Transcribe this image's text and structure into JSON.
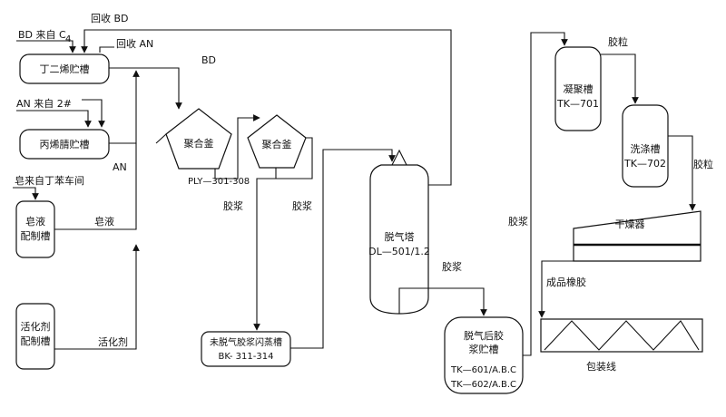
{
  "labels": {
    "bd_from": "BD 来自 C",
    "bd_from_sub": "4",
    "recycle_bd": "回收 BD",
    "recycle_an": "回收 AN",
    "bd": "BD",
    "an_from": "AN 来自 2#",
    "an": "AN",
    "soap_from": "皂来自丁苯车间",
    "soap_liquid": "皂液",
    "activator": "活化剂",
    "latex1": "胶浆",
    "latex2": "胶浆",
    "latex3": "胶浆",
    "latex4": "胶浆",
    "crumb1": "胶粒",
    "crumb2": "胶粒",
    "finished_rubber": "成品橡胶",
    "packaging_line": "包装线"
  },
  "equipment": {
    "butadiene_tank": "丁二烯贮槽",
    "acrylonitrile_tank": "丙烯腈贮槽",
    "soap_tank_line1": "皂液",
    "soap_tank_line2": "配制槽",
    "act_tank_line1": "活化剂",
    "act_tank_line2": "配制槽",
    "reactor1": "聚合釜",
    "reactor2": "聚合釜",
    "reactor_tag": "PLY—301-308",
    "flash_tank_line1": "未脱气胶浆闪蒸槽",
    "flash_tank_line2": "BK- 311-314",
    "stripper_line1": "脱气塔",
    "stripper_line2": "DL—501/1.2",
    "storage_line1": "脱气后胶",
    "storage_line2": "浆贮槽",
    "storage_line3": "TK—601/A.B.C",
    "storage_line4": "TK—602/A.B.C",
    "coag_line1": "凝聚槽",
    "coag_line2": "TK—701",
    "wash_line1": "洗涤槽",
    "wash_line2": "TK—702",
    "dryer": "干燥器"
  }
}
